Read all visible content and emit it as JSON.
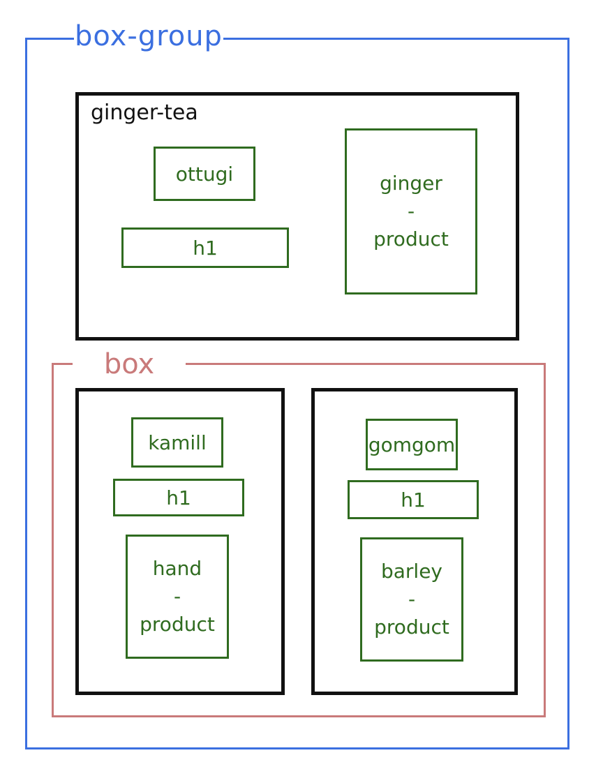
{
  "box_group": {
    "label": "box-group",
    "ginger_tea": {
      "label": "ginger-tea",
      "brand": "ottugi",
      "heading": "h1",
      "product": [
        "ginger",
        "-",
        "product"
      ]
    },
    "box": {
      "label": "box",
      "left": {
        "brand": "kamill",
        "heading": "h1",
        "product": [
          "hand",
          "-",
          "product"
        ]
      },
      "right": {
        "brand": "gomgom",
        "heading": "h1",
        "product": [
          "barley",
          "-",
          "product"
        ]
      }
    }
  },
  "colors": {
    "box_group": "#3b6fe0",
    "box": "#c97a7a",
    "container": "#111111",
    "item": "#2f6b1f"
  }
}
